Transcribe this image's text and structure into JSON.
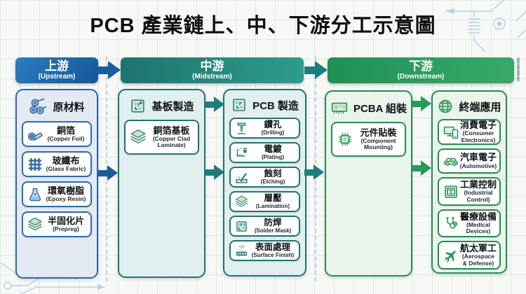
{
  "title": "PCB 產業鏈上、中、下游分工示意圖",
  "stages": [
    {
      "zh": "上游",
      "en": "(Upstream)"
    },
    {
      "zh": "中游",
      "en": "(Midstream)"
    },
    {
      "zh": "下游",
      "en": "(Downstream)"
    }
  ],
  "panels": [
    {
      "title": "原材料",
      "items": [
        {
          "zh": "銅箔",
          "en": "(Copper Foil)"
        },
        {
          "zh": "玻纖布",
          "en": "(Glass Fabric)"
        },
        {
          "zh": "環氧樹脂",
          "en": "(Epoxy Resin)"
        },
        {
          "zh": "半固化片",
          "en": "(Prepreg)"
        }
      ]
    },
    {
      "title": "基板製造",
      "items": [
        {
          "zh": "銅箔基板",
          "en": "(Copper Clad Laminate)"
        }
      ]
    },
    {
      "title": "PCB 製造",
      "items": [
        {
          "zh": "鑽孔",
          "en": "(Drilling)"
        },
        {
          "zh": "電鍍",
          "en": "(Plating)"
        },
        {
          "zh": "蝕刻",
          "en": "(Etching)"
        },
        {
          "zh": "層壓",
          "en": "(Lamination)"
        },
        {
          "zh": "防焊",
          "en": "(Solder Mask)"
        },
        {
          "zh": "表面處理",
          "en": "(Surface Finish)"
        }
      ]
    },
    {
      "title": "PCBA 組裝",
      "items": [
        {
          "zh": "元件貼裝",
          "en": "(Component Mounting)"
        }
      ]
    },
    {
      "title": "終端應用",
      "items": [
        {
          "zh": "消費電子",
          "en": "(Consumer Electronics)"
        },
        {
          "zh": "汽車電子",
          "en": "(Automotive)"
        },
        {
          "zh": "工業控制",
          "en": "(Industrial Control)"
        },
        {
          "zh": "醫療設備",
          "en": "(Medical Devices)"
        },
        {
          "zh": "航太軍工",
          "en": "(Aerospace & Defense)"
        }
      ]
    }
  ],
  "colors": {
    "upstream_header_gradient": [
      "#2e7cc2",
      "#135795"
    ],
    "midstream_header_gradient": [
      "#1e736e",
      "#2d9c8c"
    ],
    "downstream_header_gradient": [
      "#1f8f57",
      "#39a96a"
    ],
    "upstream_arrow": "#1b5c9e",
    "midstream_arrow": "#1e7d7a",
    "downstream_arrow": "#27995b",
    "upstream_panel_bg": "#e3eaf3",
    "midstream_panel_bg": "#e1efee",
    "downstream_panel_bg": "#e9f4eb"
  }
}
